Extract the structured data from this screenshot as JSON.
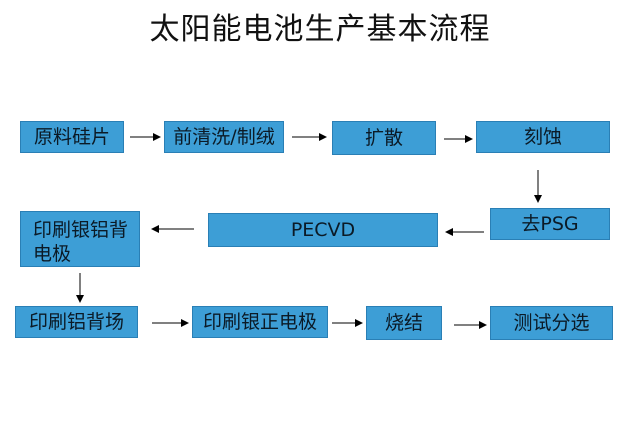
{
  "title": "太阳能电池生产基本流程",
  "colors": {
    "box_fill": "#3d9ed6",
    "box_border": "#2a7fb5",
    "arrow": "#000000"
  },
  "steps": [
    {
      "id": "s1",
      "label": "原料硅片"
    },
    {
      "id": "s2",
      "label": "前清洗/制绒"
    },
    {
      "id": "s3",
      "label": "扩散"
    },
    {
      "id": "s4",
      "label": "刻蚀"
    },
    {
      "id": "s5",
      "label": "去PSG"
    },
    {
      "id": "s6",
      "label": "PECVD"
    },
    {
      "id": "s7",
      "label": "印刷银铝背电极"
    },
    {
      "id": "s8",
      "label": "印刷铝背场"
    },
    {
      "id": "s9",
      "label": "印刷银正电极"
    },
    {
      "id": "s10",
      "label": "烧结"
    },
    {
      "id": "s11",
      "label": "测试分选"
    }
  ],
  "edges": [
    [
      "s1",
      "s2"
    ],
    [
      "s2",
      "s3"
    ],
    [
      "s3",
      "s4"
    ],
    [
      "s4",
      "s5"
    ],
    [
      "s5",
      "s6"
    ],
    [
      "s6",
      "s7"
    ],
    [
      "s7",
      "s8"
    ],
    [
      "s8",
      "s9"
    ],
    [
      "s9",
      "s10"
    ],
    [
      "s10",
      "s11"
    ]
  ]
}
